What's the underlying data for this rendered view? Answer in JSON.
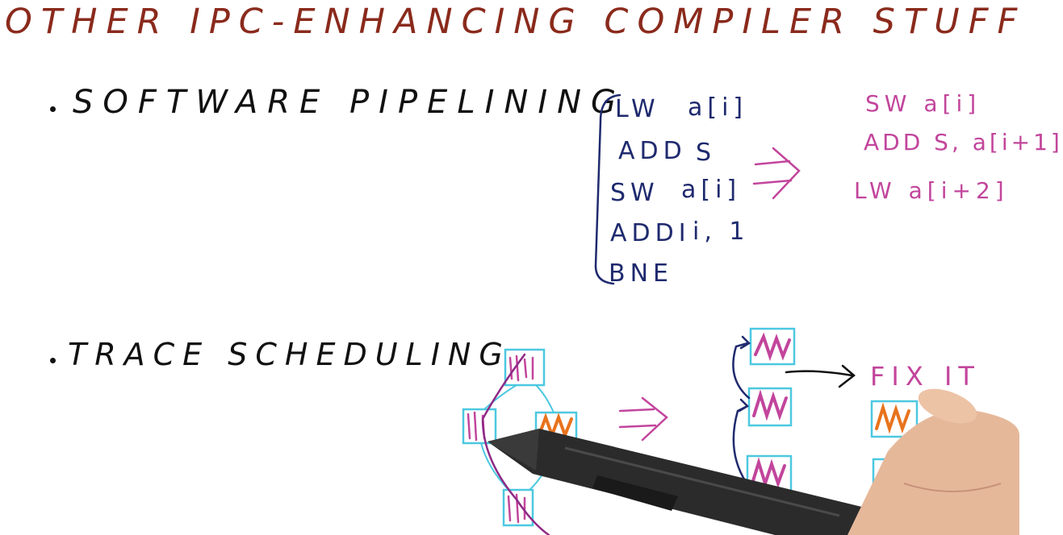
{
  "title": "OTHER IPC-ENHANCING COMPILER STUFF",
  "bullets": {
    "software_pipelining": "SOFTWARE PIPELINING",
    "trace_scheduling": "TRACE SCHEDULING"
  },
  "loop_code": {
    "lines": [
      {
        "op": "LW",
        "arg": "a[i]"
      },
      {
        "op": "ADD",
        "arg": "S"
      },
      {
        "op": "SW",
        "arg": "a[i]"
      },
      {
        "op": "ADDI",
        "arg": "i, 1"
      },
      {
        "op": "BNE",
        "arg": ""
      }
    ]
  },
  "pipelined_code": {
    "lines": [
      "SW  a[i]",
      "ADD S, a[i+1]",
      "LW  a[i+2]"
    ]
  },
  "fix_label": "FIX IT",
  "colors": {
    "title": "#8a2a1c",
    "blue_ink": "#1f2a6e",
    "pink_ink": "#c2459c",
    "cyan_box": "#4cc8e0",
    "orange_fill": "#e8731c"
  }
}
